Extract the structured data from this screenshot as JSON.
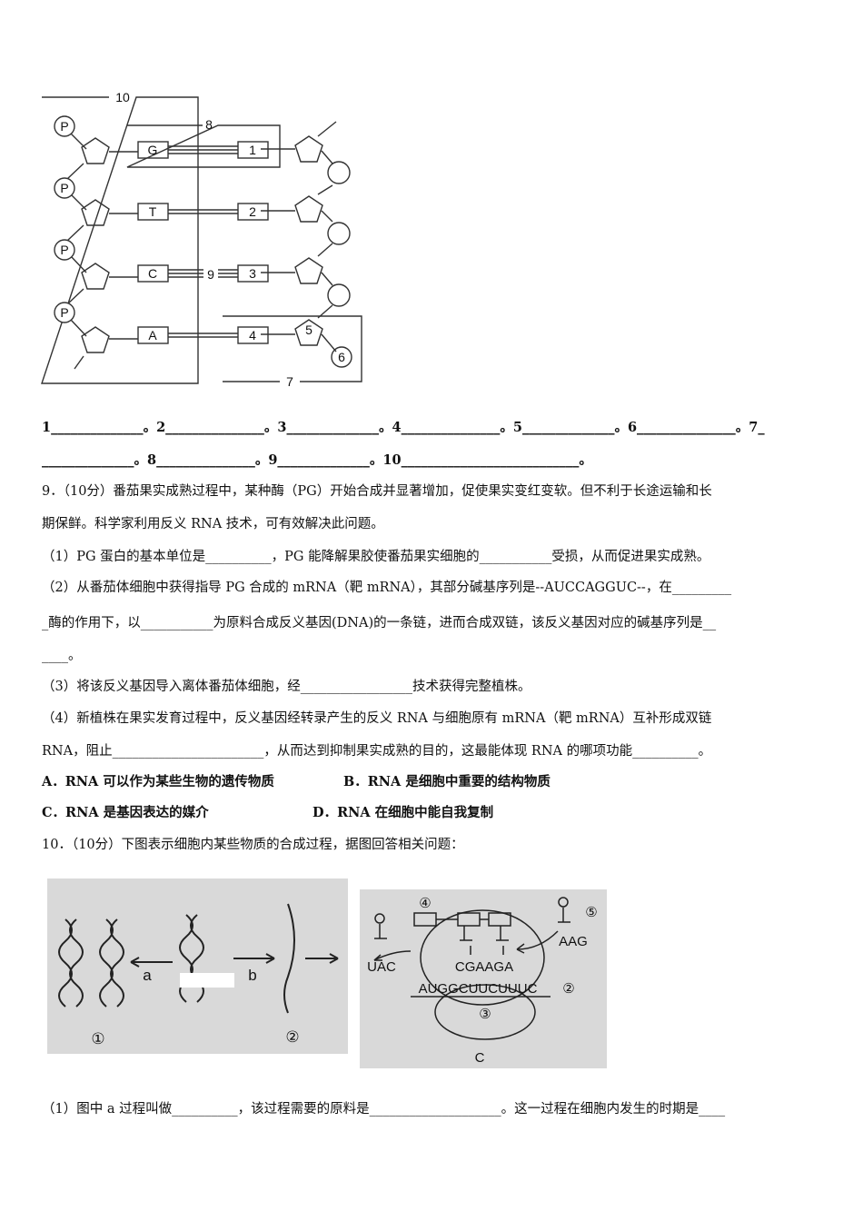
{
  "dna_diagram": {
    "box_labels": [
      "10",
      "8",
      "9",
      "7"
    ],
    "bases_left": [
      "G",
      "T",
      "C",
      "A"
    ],
    "bases_right": [
      "1",
      "2",
      "3",
      "4"
    ],
    "phosphate_label": "P",
    "labels_extra": [
      "5",
      "6"
    ]
  },
  "blanks_line_1": "1______________。2_______________。3______________。4_______________。5______________。6_______________。7_",
  "blanks_line_2": "______________。8_______________。9______________。10___________________________。",
  "q9": {
    "intro_1": "9．（10分）番茄果实成熟过程中，某种酶（PG）开始合成并显著增加，促使果实变红变软。但不利于长途运输和长",
    "intro_2": "期保鲜。科学家利用反义 RNA 技术，可有效解决此问题。",
    "p1": "（1）PG 蛋白的基本单位是__________，PG 能降解果胶使番茄果实细胞的___________受损，从而促进果实成熟。",
    "p2a": "（2）从番茄体细胞中获得指导 PG 合成的 mRNA（靶 mRNA），其部分碱基序列是--AUCCAGGUC--，在_________",
    "p2b": "_酶的作用下，以___________为原料合成反义基因(DNA)的一条链，进而合成双链，该反义基因对应的碱基序列是__",
    "p2c": "____。",
    "p3": "（3）将该反义基因导入离体番茄体细胞，经_________________技术获得完整植株。",
    "p4a": "（4）新植株在果实发育过程中，反义基因经转录产生的反义 RNA 与细胞原有 mRNA（靶 mRNA）互补形成双链",
    "p4b": "RNA，阻止_______________________，从而达到抑制果实成熟的目的，这最能体现 RNA 的哪项功能__________。",
    "opt_a": "A．RNA 可以作为某些生物的遗传物质",
    "opt_b": "B．RNA 是细胞中重要的结构物质",
    "opt_c": "C．RNA 是基因表达的媒介",
    "opt_d": "D．RNA 在细胞中能自我复制"
  },
  "q10": {
    "intro": "10．（10分）下图表示细胞内某些物质的合成过程，据图回答相关问题：",
    "fig_left": {
      "arrow_a": "a",
      "arrow_b": "b",
      "label_1": "①",
      "label_2": "②"
    },
    "fig_right": {
      "label_4": "④",
      "label_5": "⑤",
      "anticodon_right": "AAG",
      "anticodon_left": "UAC",
      "codons_top": "CGAAGA",
      "mrna": "AUGGCUUCUUUC",
      "label_2": "②",
      "label_3": "③",
      "caption": "C"
    },
    "p1": "（1）图中 a 过程叫做__________，该过程需要的原料是____________________。这一过程在细胞内发生的时期是____"
  }
}
